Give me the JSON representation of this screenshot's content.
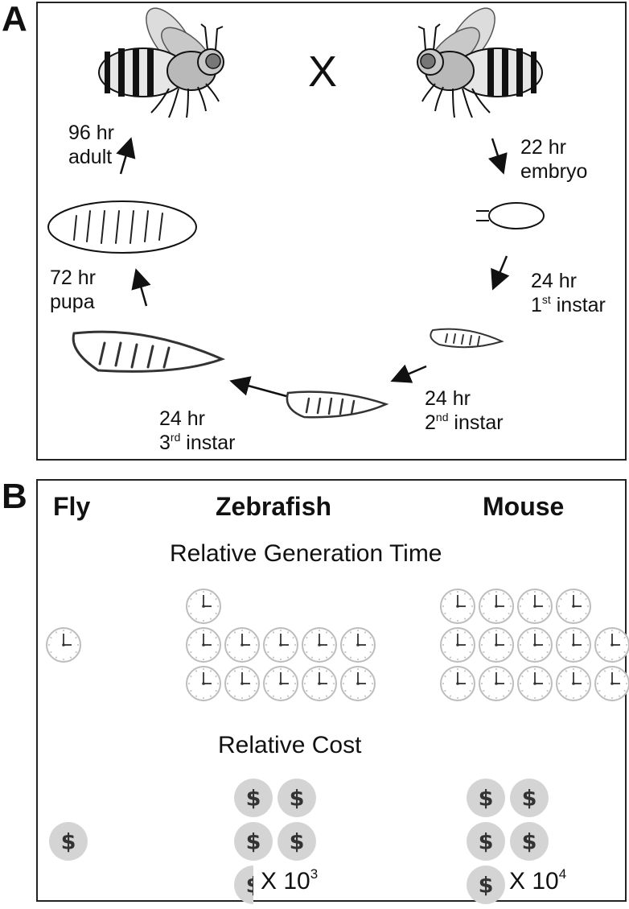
{
  "panel_a": {
    "letter": "A",
    "cross_symbol": "X",
    "stages": [
      {
        "time": "96 hr",
        "name": "adult"
      },
      {
        "time": "22 hr",
        "name": "embryo"
      },
      {
        "time": "24 hr",
        "name": "1",
        "sup": "st",
        "suffix": " instar"
      },
      {
        "time": "24 hr",
        "name": "2",
        "sup": "nd",
        "suffix": " instar"
      },
      {
        "time": "24 hr",
        "name": "3",
        "sup": "rd",
        "suffix": " instar"
      },
      {
        "time": "72 hr",
        "name": "pupa"
      }
    ]
  },
  "panel_b": {
    "letter": "B",
    "columns": [
      "Fly",
      "Zebrafish",
      "Mouse"
    ],
    "generation_title": "Relative Generation Time",
    "cost_title": "Relative Cost",
    "generation_clocks": {
      "fly": 1,
      "zebrafish": 11,
      "mouse": 14
    },
    "cost_coins": {
      "fly": 1,
      "zebrafish": 4.5,
      "mouse": 5
    },
    "zebrafish_multiplier": {
      "base": "X 10",
      "exp": "3"
    },
    "mouse_multiplier": {
      "base": "X 10",
      "exp": "4"
    },
    "icon_semantics": {
      "clock": "clock-icon",
      "coin": "dollar-coin-icon"
    }
  }
}
